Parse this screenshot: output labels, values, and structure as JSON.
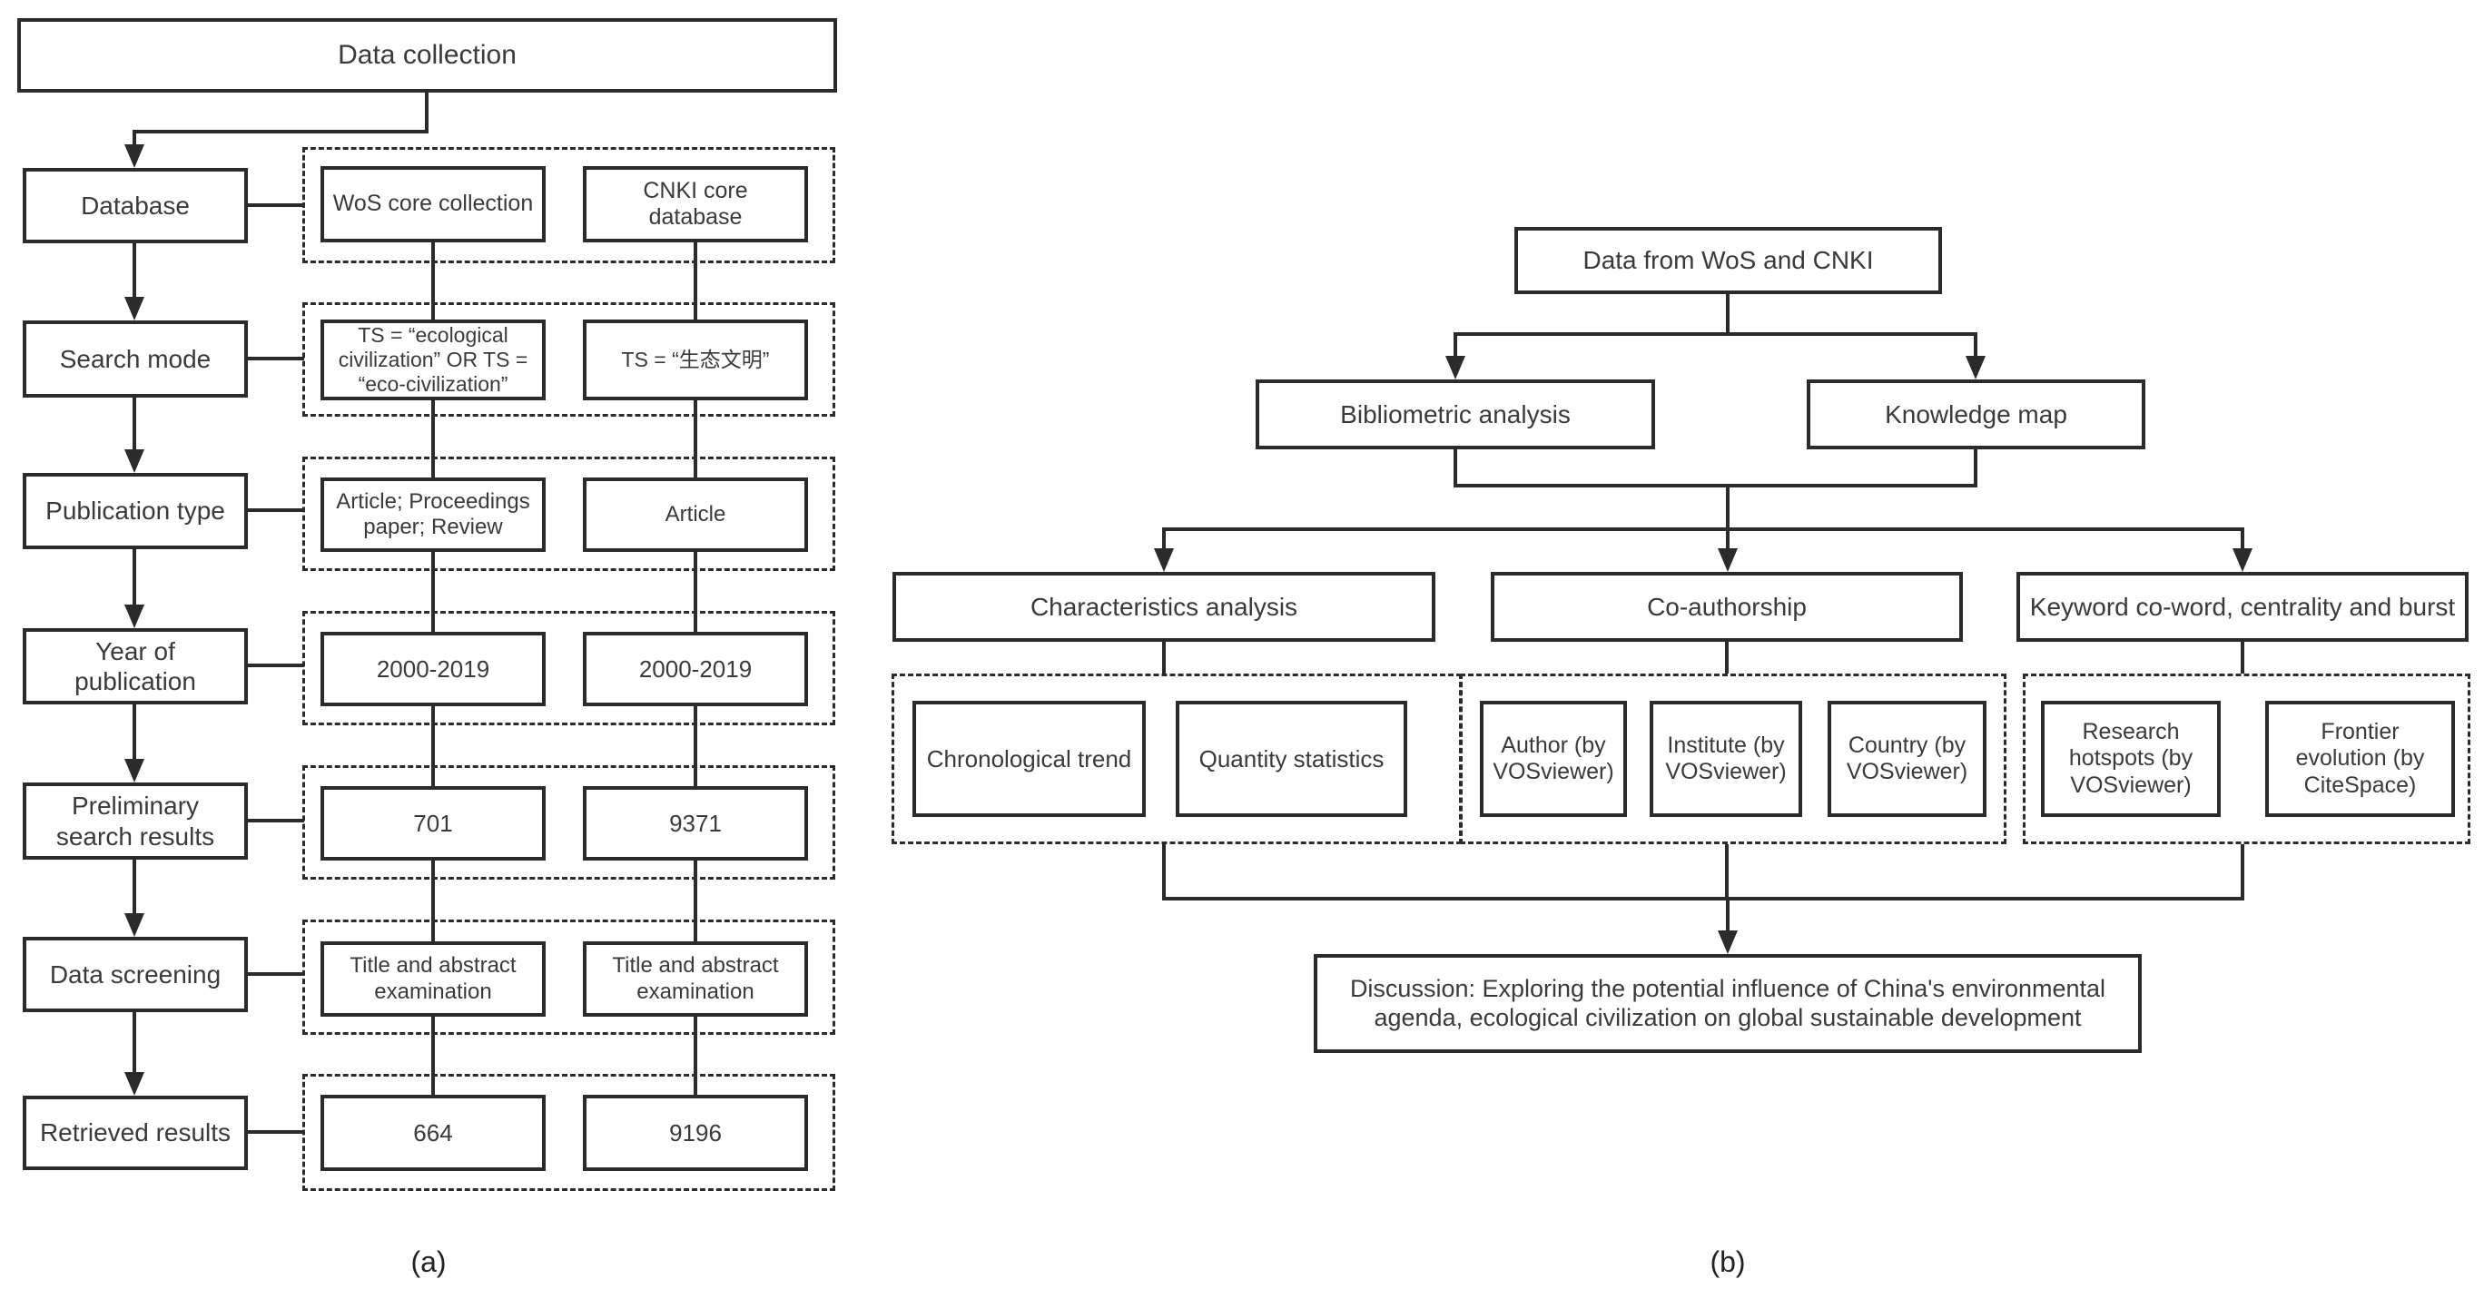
{
  "colors": {
    "line": "#2b2b2b",
    "text": "#3a3a3a",
    "background": "#ffffff"
  },
  "panel_a": {
    "caption": "(a)",
    "title": "Data collection",
    "rows": [
      {
        "label": "Database",
        "wos": "WoS core collection",
        "cnki": "CNKI core database"
      },
      {
        "label": "Search mode",
        "wos": "TS = “ecological civilization” OR TS = “eco-civilization”",
        "cnki": "TS = “生态文明”"
      },
      {
        "label": "Publication type",
        "wos": "Article; Proceedings paper; Review",
        "cnki": "Article"
      },
      {
        "label": "Year of publication",
        "wos": "2000-2019",
        "cnki": "2000-2019"
      },
      {
        "label": "Preliminary search results",
        "wos": "701",
        "cnki": "9371"
      },
      {
        "label": "Data screening",
        "wos": "Title and abstract examination",
        "cnki": "Title and abstract examination"
      },
      {
        "label": "Retrieved results",
        "wos": "664",
        "cnki": "9196"
      }
    ]
  },
  "panel_b": {
    "caption": "(b)",
    "root": "Data from WoS and CNKI",
    "level2": [
      {
        "label": "Bibliometric analysis"
      },
      {
        "label": "Knowledge map"
      }
    ],
    "branches": [
      {
        "title": "Characteristics analysis",
        "items": [
          {
            "label": "Chronological trend"
          },
          {
            "label": "Quantity statistics"
          }
        ]
      },
      {
        "title": "Co-authorship",
        "items": [
          {
            "label": "Author (by VOSviewer)"
          },
          {
            "label": "Institute (by VOSviewer)"
          },
          {
            "label": "Country (by VOSviewer)"
          }
        ]
      },
      {
        "title": "Keyword co-word, centrality and burst",
        "items": [
          {
            "label": "Research hotspots (by VOSviewer)"
          },
          {
            "label": "Frontier evolution (by CiteSpace)"
          }
        ]
      }
    ],
    "discussion": "Discussion: Exploring the potential influence of China's environmental agenda, ecological civilization on global sustainable development"
  }
}
